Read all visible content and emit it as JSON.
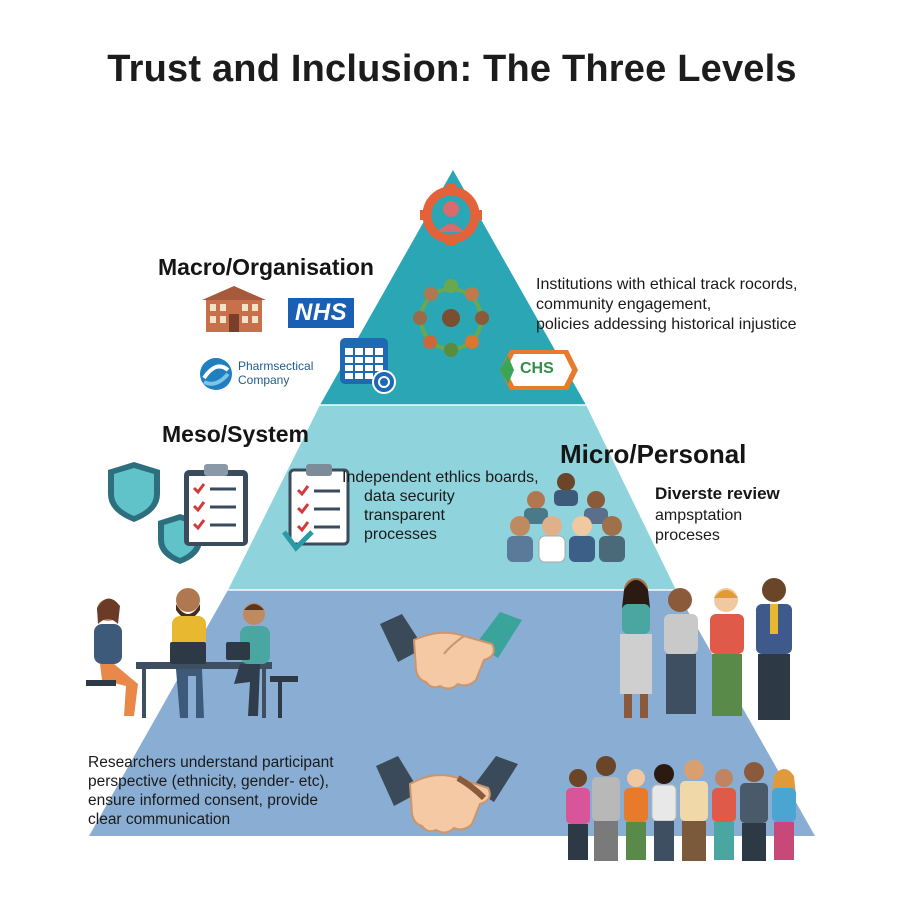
{
  "title": "Trust and Inclusion: The Three Levels",
  "levels": {
    "macro": {
      "heading": "Macro/Organisation",
      "logos": {
        "nhs": "NHS",
        "pharma_line1": "Pharmsectical",
        "pharma_line2": "Company",
        "chs": "CHS"
      },
      "description": [
        "Institutions with ethical track rocords,",
        "community engagement,",
        "policies addessing historical injustice"
      ]
    },
    "meso": {
      "heading": "Meso/System",
      "description": [
        "Independent ethlics boards,",
        "data security",
        "transparent",
        "processes"
      ]
    },
    "micro": {
      "heading": "Micro/Personal",
      "description": [
        "Diverste review",
        "ampsptation",
        "proceses"
      ],
      "bottom_description": [
        "Researchers understand participant",
        "perspective (ethnicity, gender- etc),",
        "ensure informed consent, provide",
        "clear communication"
      ]
    }
  },
  "colors": {
    "macro": "#2aa6b5",
    "meso": "#8fd3dc",
    "micro": "#8aaed3"
  },
  "icons": [
    "target-person-icon",
    "hospital-building-icon",
    "nhs-logo",
    "pharma-logo-icon",
    "calendar-icon",
    "community-circle-icon",
    "chs-badge-icon",
    "shield-icon",
    "checklist-icon",
    "group-people-icon",
    "meeting-team-icon",
    "handshake-icon",
    "diverse-people-icon"
  ]
}
